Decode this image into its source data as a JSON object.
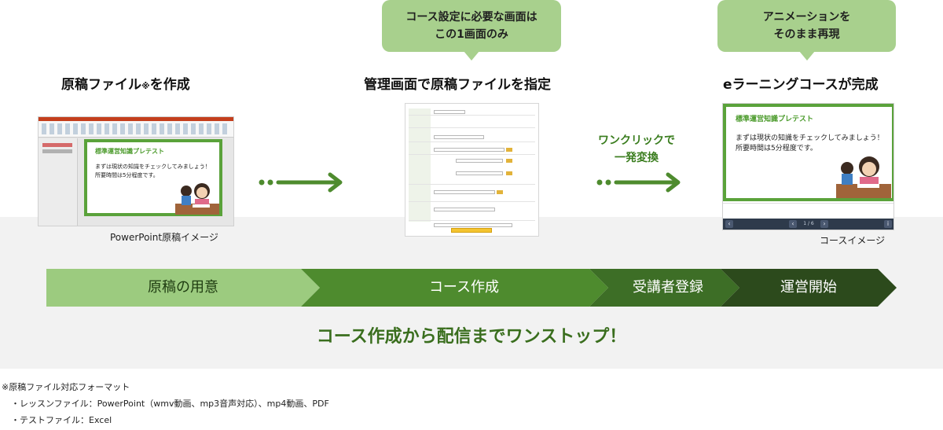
{
  "bubbles": {
    "mid": {
      "line1": "コース設定に必要な画面は",
      "line2": "この1画面のみ"
    },
    "right": {
      "line1": "アニメーションを",
      "line2": "そのまま再現"
    }
  },
  "steps": {
    "left": {
      "heading_pre": "原稿ファイル",
      "heading_mark": "※",
      "heading_post": "を作成",
      "caption": "PowerPoint原稿イメージ"
    },
    "mid": {
      "heading": "管理画面で原稿ファイルを指定"
    },
    "right": {
      "heading": "eラーニングコースが完成",
      "caption": "コースイメージ"
    }
  },
  "mid_note": {
    "line1": "ワンクリックで",
    "line2": "一発変換"
  },
  "slide": {
    "title": "標準運営知識プレテスト",
    "body_line1": "まずは現状の知識をチェックしてみましょう！",
    "body_line2": "所要時間は5分程度です。"
  },
  "course_player": {
    "page_indicator": "1 / 6"
  },
  "process": {
    "stages": [
      "原稿の用意",
      "コース作成",
      "受講者登録",
      "運営開始"
    ],
    "colors": [
      "#9ccb7f",
      "#4e8b2e",
      "#3d6e26",
      "#2c4a1c"
    ]
  },
  "tagline": "コース作成から配信までワンストップ！",
  "notes": {
    "title": "※原稿ファイル対応フォーマット",
    "item1": "・レッスンファイル：PowerPoint（wmv動画、mp3音声対応）、mp4動画、PDF",
    "item2": "・テストファイル：Excel"
  },
  "colors": {
    "accent_green": "#5aa23a",
    "bubble_green": "#a8d08d",
    "arrow_green": "#4e8b2e",
    "band_gray": "#f2f2f2"
  }
}
